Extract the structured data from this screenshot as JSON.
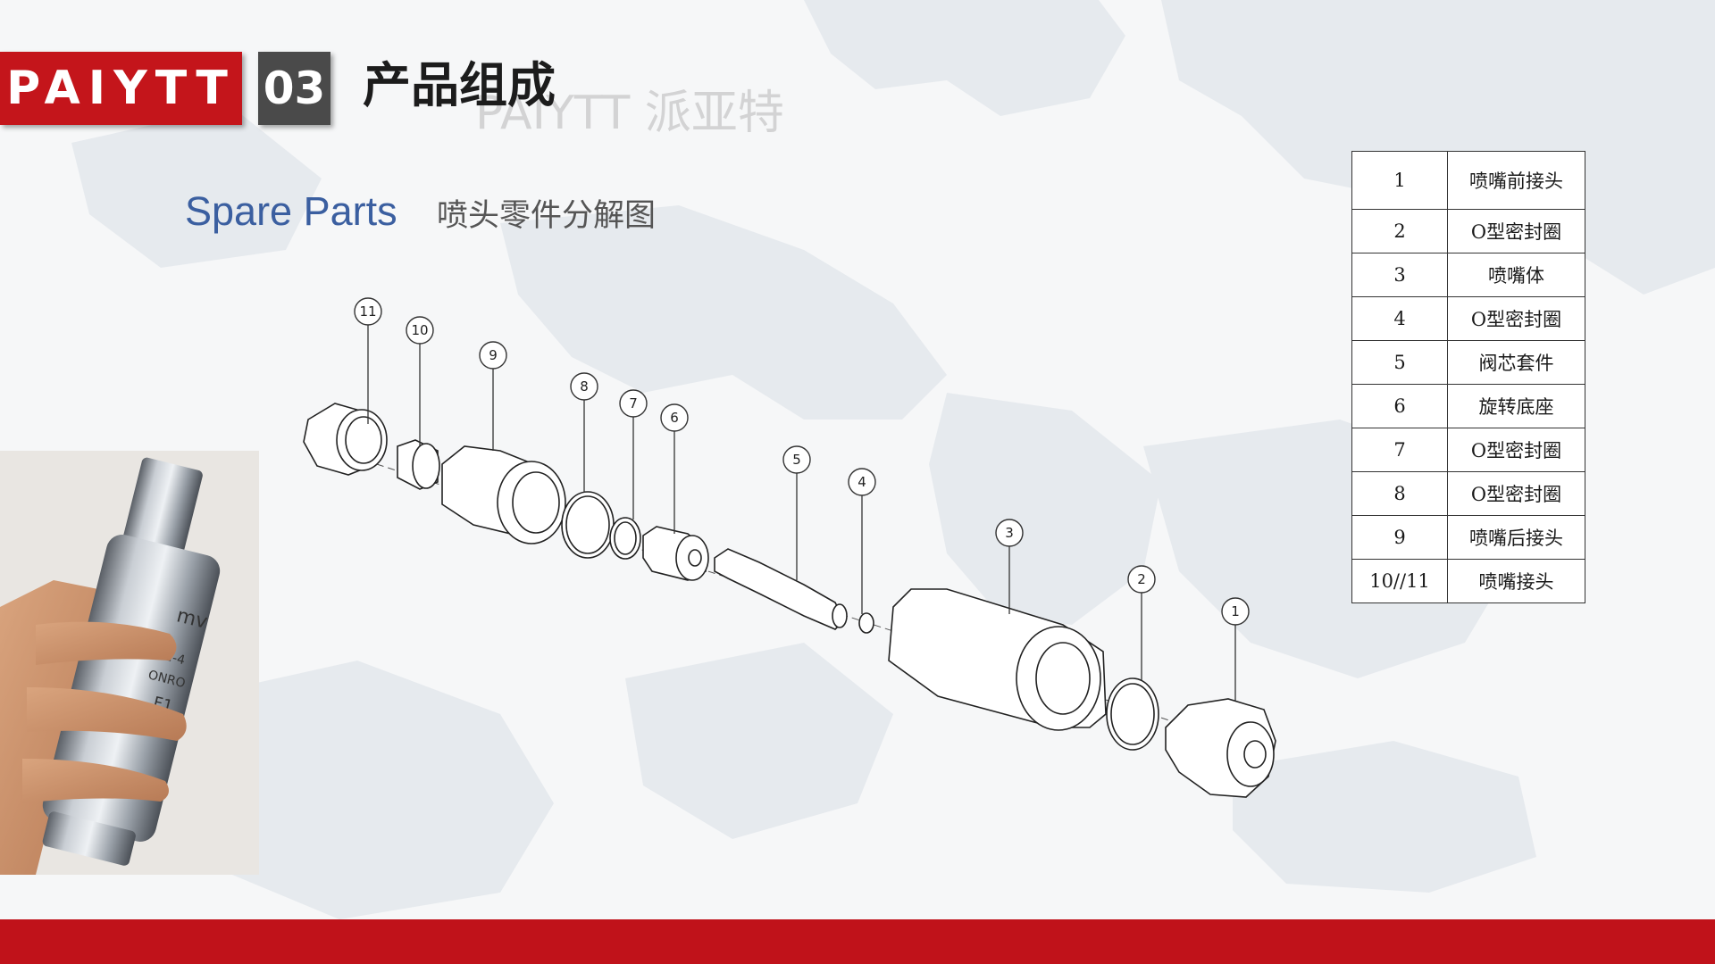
{
  "header": {
    "brand": "PAIYTT",
    "section_number": "03",
    "title": "产品组成",
    "watermark": "PAIYTT 派亚特"
  },
  "subtitle": {
    "english": "Spare Parts",
    "chinese": "喷头零件分解图"
  },
  "diagram": {
    "callouts": [
      "1",
      "2",
      "3",
      "4",
      "5",
      "6",
      "7",
      "8",
      "9",
      "10",
      "11"
    ]
  },
  "photo": {
    "label_lines": [
      "mv",
      "001-4",
      "ONRO",
      "F1"
    ]
  },
  "parts_table": [
    {
      "no": "1",
      "name": "喷嘴前接头"
    },
    {
      "no": "2",
      "name": "O型密封圈"
    },
    {
      "no": "3",
      "name": "喷嘴体"
    },
    {
      "no": "4",
      "name": "O型密封圈"
    },
    {
      "no": "5",
      "name": "阀芯套件"
    },
    {
      "no": "6",
      "name": "旋转底座"
    },
    {
      "no": "7",
      "name": "O型密封圈"
    },
    {
      "no": "8",
      "name": "O型密封圈"
    },
    {
      "no": "9",
      "name": "喷嘴后接头"
    },
    {
      "no": "10//11",
      "name": "喷嘴接头"
    }
  ],
  "colors": {
    "brand_red": "#c4151b",
    "section_gray": "#4a4a4a",
    "subtitle_blue": "#3b5fa0",
    "footer_red": "#c0121a"
  }
}
